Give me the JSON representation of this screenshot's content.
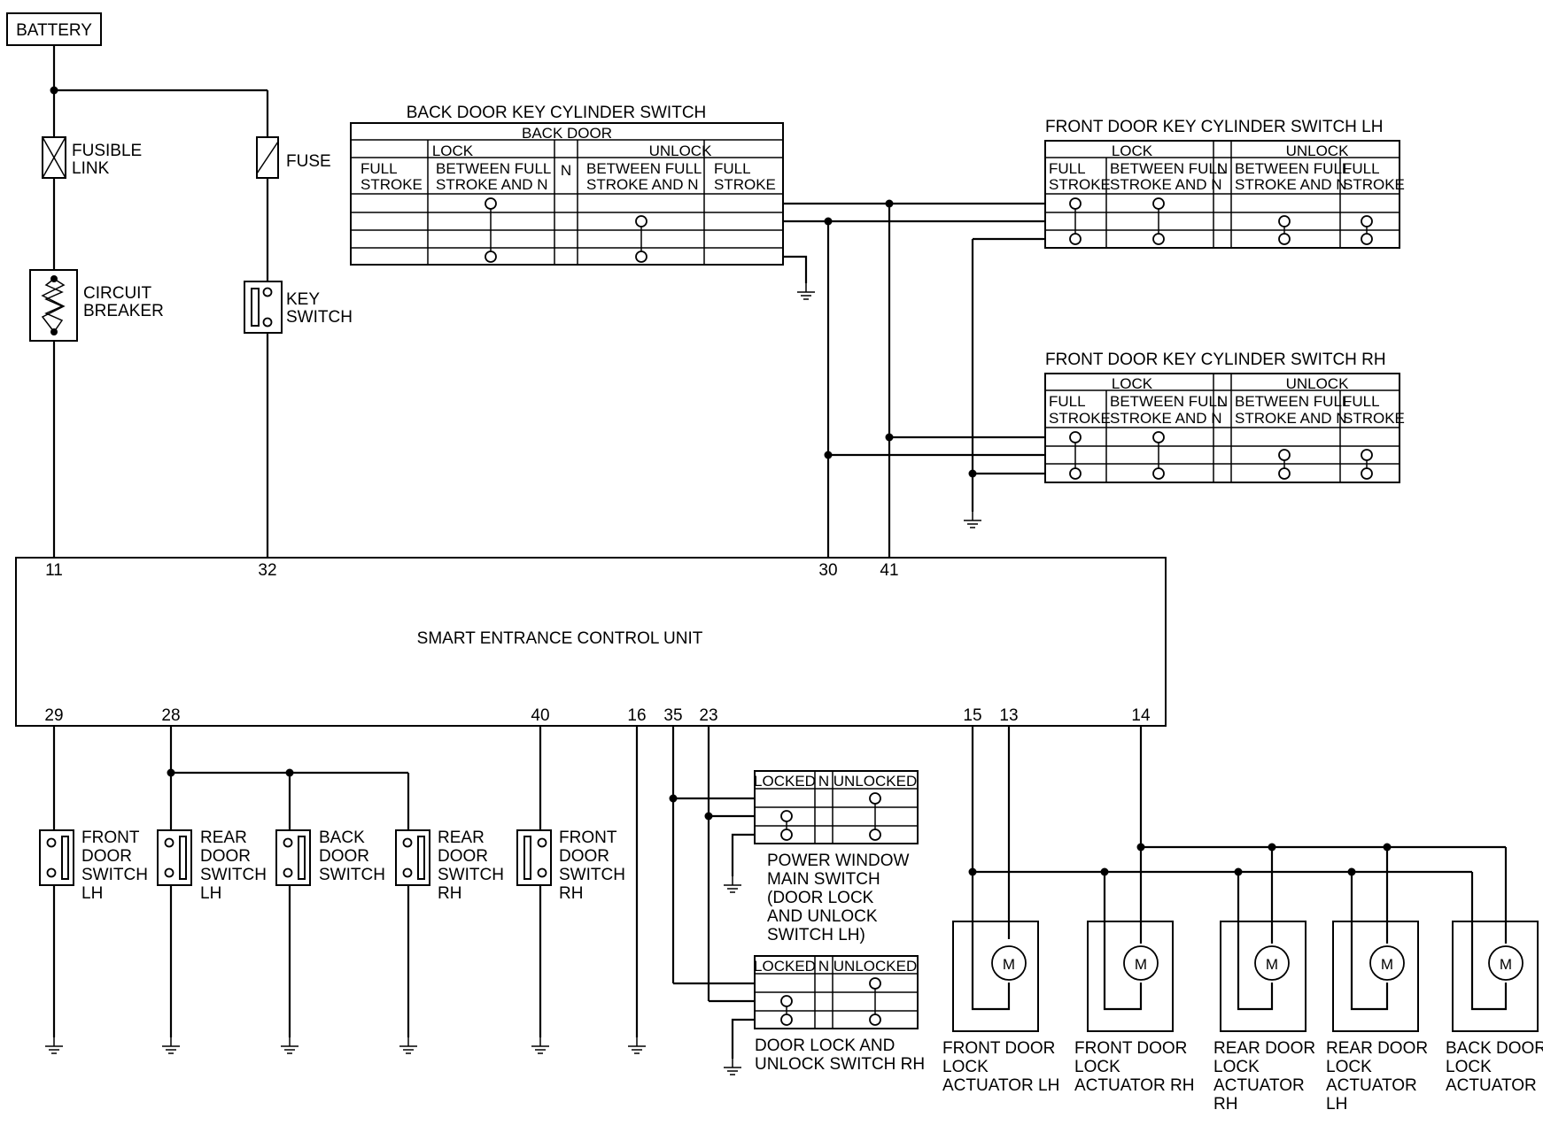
{
  "power": {
    "battery": "BATTERY",
    "fusible_link": [
      "FUSIBLE",
      "LINK"
    ],
    "fuse": "FUSE",
    "circuit_breaker": [
      "CIRCUIT",
      "BREAKER"
    ],
    "key_switch": [
      "KEY",
      "SWITCH"
    ]
  },
  "back_door_switch": {
    "title": "BACK DOOR KEY CYLINDER SWITCH",
    "header": "BACK DOOR",
    "lock": "LOCK",
    "unlock": "UNLOCK",
    "n": "N",
    "full": [
      "FULL",
      "STROKE"
    ],
    "between": [
      "BETWEEN FULL",
      "STROKE AND N"
    ]
  },
  "front_lh_switch": {
    "title": "FRONT DOOR KEY CYLINDER SWITCH LH",
    "lock": "LOCK",
    "unlock": "UNLOCK",
    "n": "N",
    "full": [
      "FULL",
      "STROKE"
    ],
    "between": [
      "BETWEEN FULL",
      "STROKE AND N"
    ]
  },
  "front_rh_switch": {
    "title": "FRONT DOOR KEY CYLINDER SWITCH RH",
    "lock": "LOCK",
    "unlock": "UNLOCK",
    "n": "N",
    "full": [
      "FULL",
      "STROKE"
    ],
    "between": [
      "BETWEEN FULL",
      "STROKE AND N"
    ]
  },
  "control_unit": {
    "name": "SMART ENTRANCE CONTROL UNIT",
    "top_pins": [
      "11",
      "32",
      "30",
      "41"
    ],
    "bottom_pins": [
      "29",
      "28",
      "40",
      "16",
      "35",
      "23",
      "15",
      "13",
      "14"
    ]
  },
  "door_switches": [
    [
      "FRONT",
      "DOOR",
      "SWITCH",
      "LH"
    ],
    [
      "REAR",
      "DOOR",
      "SWITCH",
      "LH"
    ],
    [
      "BACK",
      "DOOR",
      "SWITCH"
    ],
    [
      "REAR",
      "DOOR",
      "SWITCH",
      "RH"
    ],
    [
      "FRONT",
      "DOOR",
      "SWITCH",
      "RH"
    ]
  ],
  "pw_main_switch": {
    "locked": "LOCKED",
    "n": "N",
    "unlocked": "UNLOCKED",
    "label": [
      "POWER WINDOW",
      "MAIN SWITCH",
      "(DOOR LOCK",
      "AND UNLOCK",
      "SWITCH LH)"
    ]
  },
  "rh_lock_switch": {
    "locked": "LOCKED",
    "n": "N",
    "unlocked": "UNLOCKED",
    "label": [
      "DOOR LOCK AND",
      "UNLOCK SWITCH RH"
    ]
  },
  "actuators": [
    [
      "FRONT DOOR",
      "LOCK",
      "ACTUATOR LH"
    ],
    [
      "FRONT DOOR",
      "LOCK",
      "ACTUATOR RH"
    ],
    [
      "REAR DOOR",
      "LOCK",
      "ACTUATOR",
      "RH"
    ],
    [
      "REAR DOOR",
      "LOCK",
      "ACTUATOR",
      "LH"
    ],
    [
      "BACK DOOR",
      "LOCK",
      "ACTUATOR"
    ]
  ],
  "motor_symbol": "M"
}
